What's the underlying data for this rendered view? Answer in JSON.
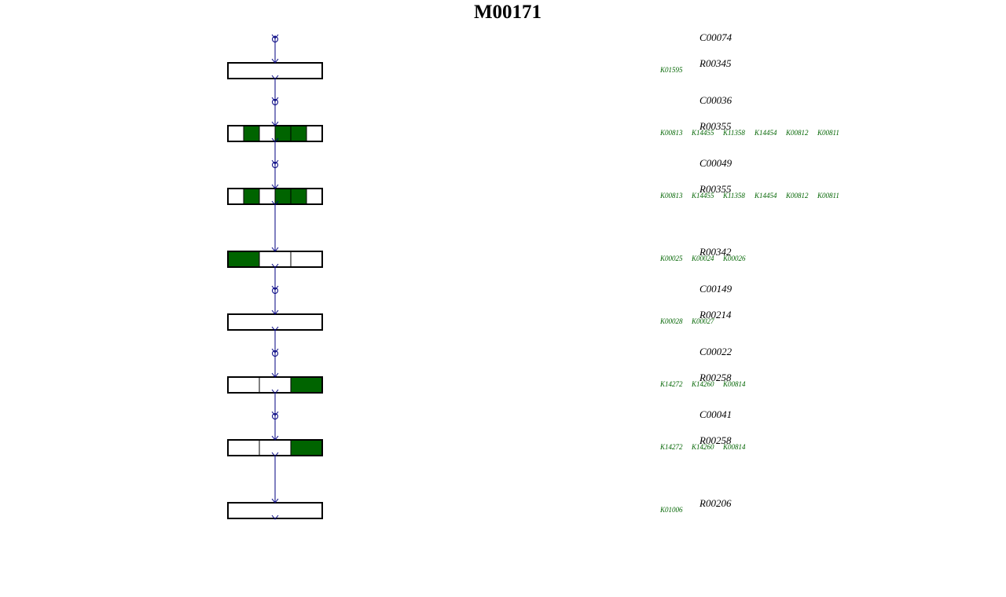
{
  "module_id": "M00171",
  "colors": {
    "present": "#006400",
    "absent": "#ffffff",
    "pathway_line": "#000080",
    "ko_text": "#006400",
    "box_border": "#000000"
  },
  "steps": [
    {
      "compound_before": "C00074",
      "reaction": "R00345",
      "kos": [
        "K01595"
      ],
      "segments": [
        false
      ]
    },
    {
      "compound_before": "C00036",
      "reaction": "R00355",
      "kos": [
        "K00813",
        "K14455",
        "K11358",
        "K14454",
        "K00812",
        "K00811"
      ],
      "segments": [
        false,
        true,
        false,
        true,
        true,
        false
      ]
    },
    {
      "compound_before": "C00049",
      "reaction": "R00355",
      "kos": [
        "K00813",
        "K14455",
        "K11358",
        "K14454",
        "K00812",
        "K00811"
      ],
      "segments": [
        false,
        true,
        false,
        true,
        true,
        false
      ]
    },
    {
      "compound_before": "",
      "reaction": "R00342",
      "kos": [
        "K00025",
        "K00024",
        "K00026"
      ],
      "segments": [
        true,
        false,
        false
      ]
    },
    {
      "compound_before": "C00149",
      "reaction": "R00214",
      "kos": [
        "K00028",
        "K00027"
      ],
      "segments": [
        false
      ]
    },
    {
      "compound_before": "C00022",
      "reaction": "R00258",
      "kos": [
        "K14272",
        "K14260",
        "K00814"
      ],
      "segments": [
        false,
        false,
        true
      ]
    },
    {
      "compound_before": "C00041",
      "reaction": "R00258",
      "kos": [
        "K14272",
        "K14260",
        "K00814"
      ],
      "segments": [
        false,
        false,
        true
      ]
    },
    {
      "compound_before": "",
      "reaction": "R00206",
      "kos": [
        "K01006"
      ],
      "segments": [
        false
      ]
    }
  ]
}
